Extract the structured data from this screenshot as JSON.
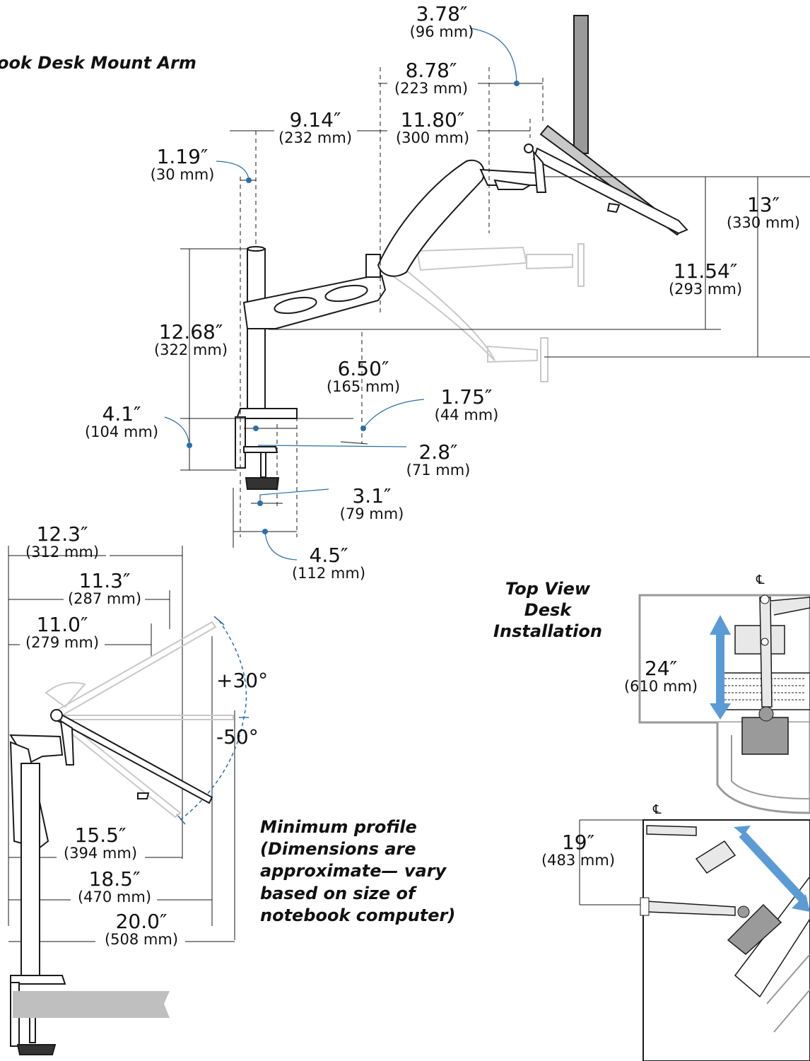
{
  "captions": {
    "side_title": "ook Desk Mount Arm",
    "top_view": "Top View Desk Installation",
    "min_profile": "Minimum profile (Dimensions are approximate— vary based on size of notebook computer)"
  },
  "dims": {
    "d1": {
      "v": "3.78″",
      "m": "(96 mm)"
    },
    "d2": {
      "v": "8.78″",
      "m": "(223 mm)"
    },
    "d3": {
      "v": "9.14″",
      "m": "(232 mm)"
    },
    "d4": {
      "v": "11.80″",
      "m": "(300 mm)"
    },
    "d5": {
      "v": "1.19″",
      "m": "(30 mm)"
    },
    "d6": {
      "v": "13″",
      "m": "(330  mm)"
    },
    "d7": {
      "v": "11.54″",
      "m": "(293 mm)"
    },
    "d8": {
      "v": "12.68″",
      "m": "(322 mm)"
    },
    "d9": {
      "v": "6.50″",
      "m": "(165 mm)"
    },
    "d10": {
      "v": "1.75″",
      "m": "(44 mm)"
    },
    "d11": {
      "v": "4.1″",
      "m": "(104 mm)"
    },
    "d12": {
      "v": "2.8″",
      "m": "(71 mm)"
    },
    "d13": {
      "v": "3.1″",
      "m": "(79 mm)"
    },
    "d14": {
      "v": "4.5″",
      "m": "(112 mm)"
    },
    "d15": {
      "v": "12.3″",
      "m": "(312 mm)"
    },
    "d16": {
      "v": "11.3″",
      "m": "(287 mm)"
    },
    "d17": {
      "v": "11.0″",
      "m": "(279 mm)"
    },
    "d18": {
      "v": "15.5″",
      "m": "(394 mm)"
    },
    "d19": {
      "v": "18.5″",
      "m": "(470 mm)"
    },
    "d20": {
      "v": "20.0″",
      "m": "(508 mm)"
    },
    "d21": {
      "v": "24″",
      "m": "(610  mm)"
    },
    "d22": {
      "v": "19″",
      "m": "(483  mm)"
    }
  },
  "angles": {
    "up": "+30°",
    "down": "-50°"
  },
  "centerline": "℄",
  "colors": {
    "line": "#1a1a1a",
    "dim": "#2a6fa8",
    "ghost": "#c8c8c8",
    "arrow": "#5b9bd5",
    "desk": "#9a9a9a"
  }
}
